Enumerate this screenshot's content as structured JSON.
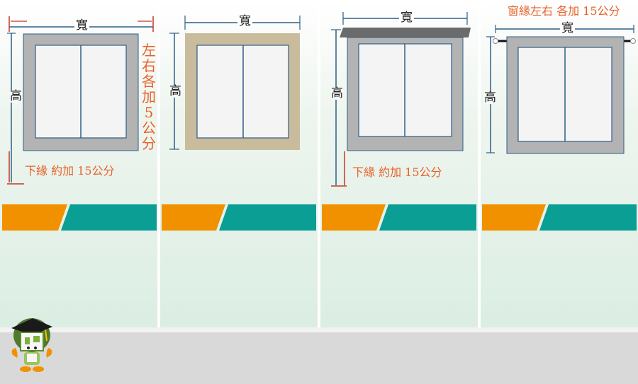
{
  "labels": {
    "width": "寬",
    "height": "高",
    "side_each_5cm": "左右各加5公分",
    "bottom_add_15cm": "下緣 約加 15公分",
    "sill_sides_15cm": "窗緣左右 各加 15公分"
  },
  "colors": {
    "orange": "#f29100",
    "teal": "#0a9e94",
    "frame_gray": "#b3b3b4",
    "frame_beige": "#c8bc9c",
    "shelf": "#6b6b6b",
    "glass": "#f4f4f4",
    "mullion": "#2e5f86",
    "dim_line_blue": "#2e5f86",
    "dim_line_red": "#c0392b",
    "note_text": "#e8622a"
  },
  "icons": [
    "graduation-cap-house-mascot-icon"
  ]
}
